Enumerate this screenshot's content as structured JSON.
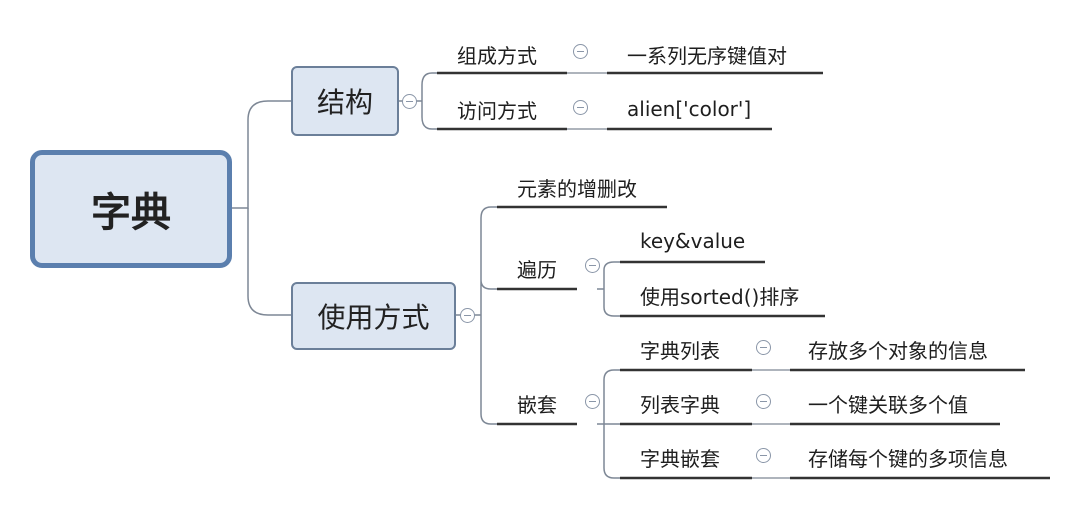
{
  "root": {
    "label": "字典"
  },
  "structure": {
    "label": "结构",
    "children": [
      {
        "label": "组成方式",
        "value": "一系列无序键值对"
      },
      {
        "label": "访问方式",
        "value": "alien['color']"
      }
    ]
  },
  "usage": {
    "label": "使用方式",
    "crud": {
      "label": "元素的增删改"
    },
    "traverse": {
      "label": "遍历",
      "children": [
        "key&value",
        "使用sorted()排序"
      ]
    },
    "nesting": {
      "label": "嵌套",
      "children": [
        {
          "label": "字典列表",
          "desc": "存放多个对象的信息"
        },
        {
          "label": "列表字典",
          "desc": "一个键关联多个值"
        },
        {
          "label": "字典嵌套",
          "desc": "存储每个键的多项信息"
        }
      ]
    }
  },
  "colors": {
    "node_fill": "#dde6f2",
    "root_border": "#5b7fae",
    "connector": "#7d8795",
    "underline": "#333333"
  }
}
